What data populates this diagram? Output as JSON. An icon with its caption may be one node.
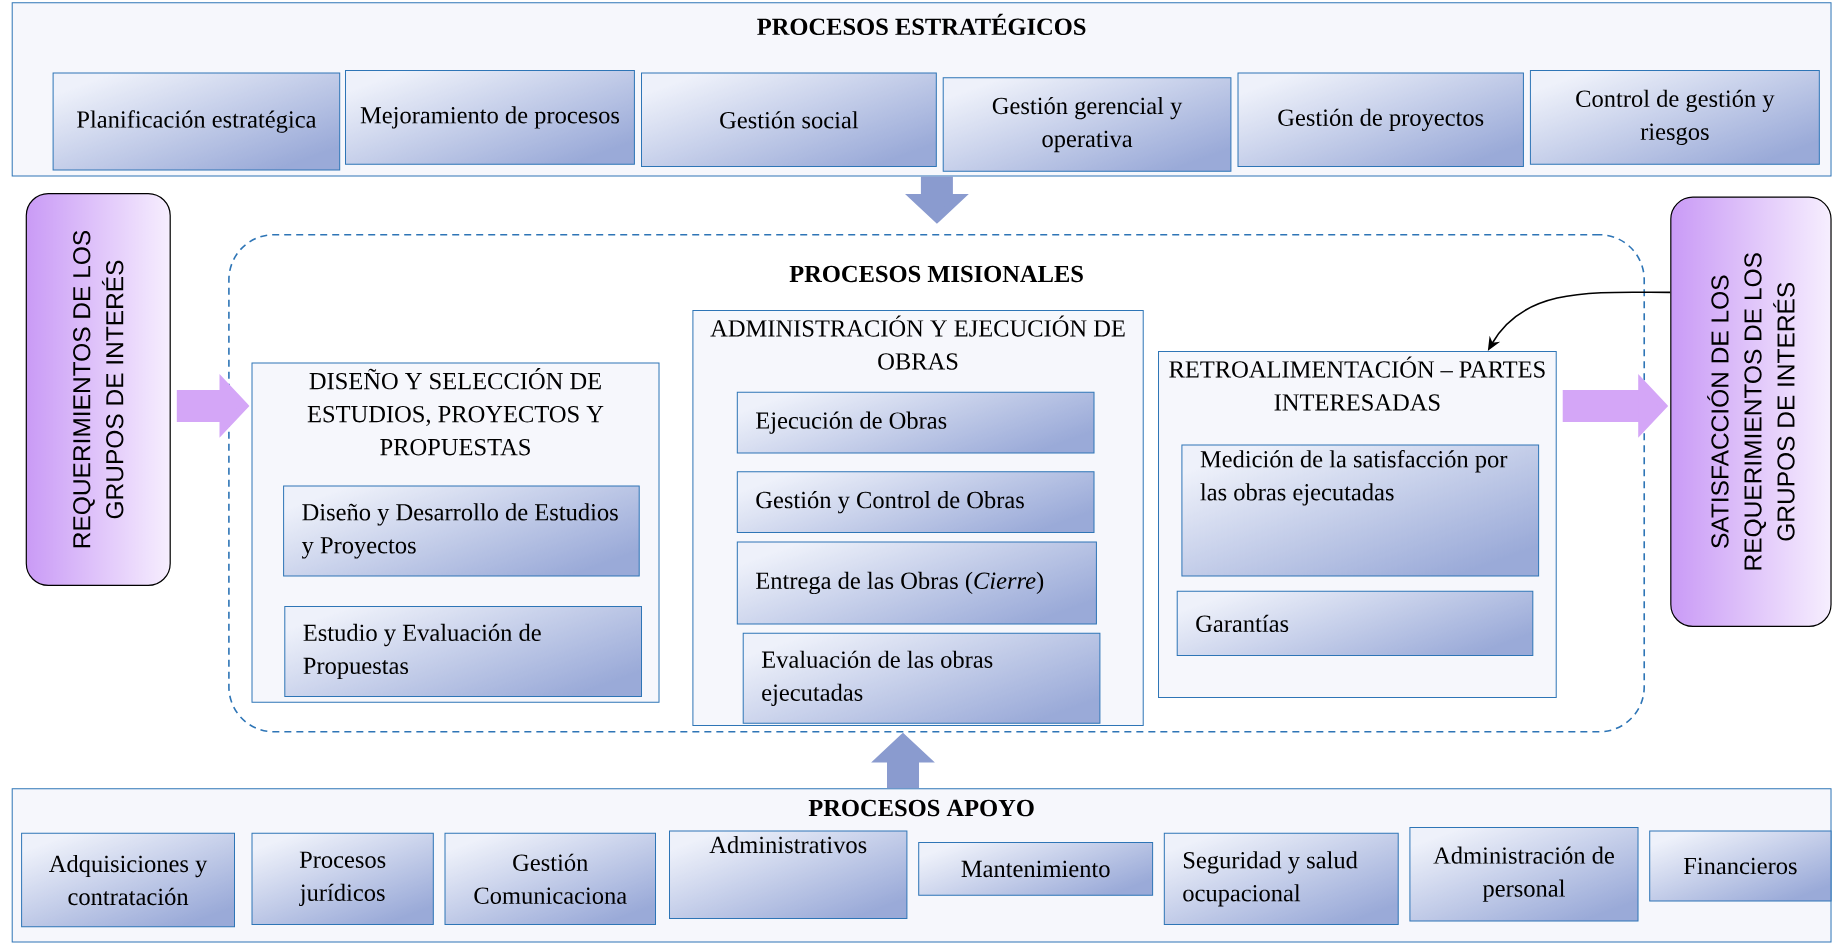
{
  "diagram": {
    "nodes": [
      {
        "text": [
          "PROCESOS ESTRATÉGICOS"
        ]
      },
      {
        "text": [
          "Planificación estratégica"
        ],
        "in": 0
      },
      {
        "text": [
          "Mejoramiento de procesos"
        ],
        "in": 0
      },
      {
        "text": [
          "Gestión social"
        ],
        "in": 0
      },
      {
        "text": [
          "Gestión gerencial y operativa"
        ],
        "in": 0
      },
      {
        "text": [
          "Gestión de proyectos"
        ],
        "in": 0
      },
      {
        "text": [
          "Control de gestión y riesgos"
        ],
        "in": 0
      },
      {
        "text": [
          "REQUERIMIENTOS DE LOS GRUPOS DE INTERÉS"
        ]
      },
      {
        "text": [
          "PROCESOS MISIONALES"
        ]
      },
      {
        "text": [
          "DISEÑO Y SELECCIÓN DE ESTUDIOS, PROYECTOS Y PROPUESTAS"
        ],
        "in": 8
      },
      {
        "text": [
          "Diseño y Desarrollo de Estudios y Proyectos"
        ],
        "in": 9
      },
      {
        "text": [
          "Estudio y Evaluación de Propuestas"
        ],
        "in": 9
      },
      {
        "text": [
          "ADMINISTRACIÓN Y EJECUCIÓN DE OBRAS"
        ],
        "in": 8
      },
      {
        "text": [
          "Ejecución de Obras"
        ],
        "in": 12
      },
      {
        "text": [
          "Gestión y Control de Obras"
        ],
        "in": 12
      },
      {
        "text": [
          "Entrega de las Obras (*Cierre*)"
        ],
        "in": 12
      },
      {
        "text": [
          "Evaluación de las obras ejecutadas"
        ],
        "in": 12
      },
      {
        "text": [
          "RETROALIMENTACIÓN – PARTES INTERESADAS"
        ],
        "in": 8
      },
      {
        "text": [
          "Medición de la satisfacción por las obras ejecutadas"
        ],
        "in": 17
      },
      {
        "text": [
          "Garantías"
        ],
        "in": 17
      },
      {
        "text": [
          "SATISFACCIÓN DE LOS REQUERIMIENTOS DE LOS GRUPOS DE INTERÉS"
        ]
      },
      {
        "text": [
          "PROCESOS APOYO"
        ]
      },
      {
        "text": [
          "Adquisiciones y contratación"
        ],
        "in": 21
      },
      {
        "text": [
          "Procesos jurídicos"
        ],
        "in": 21
      },
      {
        "text": [
          "Gestión Comunicaciona"
        ],
        "in": 21
      },
      {
        "text": [
          "Administrativos"
        ],
        "in": 21
      },
      {
        "text": [
          "Mantenimiento"
        ],
        "in": 21
      },
      {
        "text": [
          "Seguridad y salud ocupacional"
        ],
        "in": 21
      },
      {
        "text": [
          "Administración de personal"
        ],
        "in": 21
      },
      {
        "text": [
          "Financieros"
        ],
        "in": 21
      }
    ],
    "edges": [
      {
        "from": 0,
        "to": 8,
        "arrow": "to",
        "color": "#8a9bcf"
      },
      {
        "from": 21,
        "to": 8,
        "arrow": "to",
        "color": "#8a9bcf"
      },
      {
        "from": 7,
        "to": 9,
        "arrow": "to",
        "color": "#d4a6f7"
      },
      {
        "from": 17,
        "to": 20,
        "arrow": "to",
        "color": "#d4a6f7"
      },
      {
        "from": 20,
        "to": 17,
        "arrow": "to",
        "color": "#000000"
      }
    ]
  }
}
